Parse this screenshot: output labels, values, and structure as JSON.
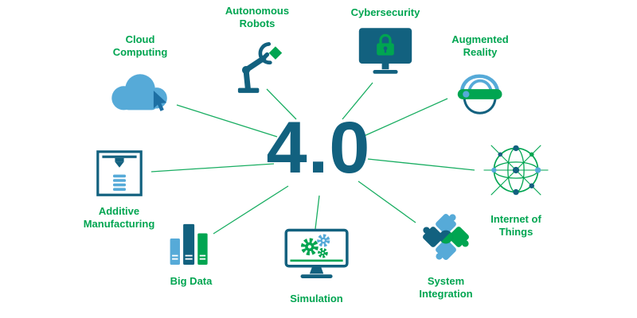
{
  "title": "4.0",
  "colors": {
    "dark_teal": "#12617f",
    "green": "#00a551",
    "light_blue": "#56aad8",
    "background": "#ffffff"
  },
  "nodes": [
    {
      "id": "cloud-computing",
      "label": "Cloud Computing"
    },
    {
      "id": "autonomous-robots",
      "label": "Autonomous Robots"
    },
    {
      "id": "cybersecurity",
      "label": "Cybersecurity"
    },
    {
      "id": "augmented-reality",
      "label": "Augmented Reality"
    },
    {
      "id": "internet-of-things",
      "label": "Internet of Things"
    },
    {
      "id": "system-integration",
      "label": "System Integration"
    },
    {
      "id": "simulation",
      "label": "Simulation"
    },
    {
      "id": "big-data",
      "label": "Big Data"
    },
    {
      "id": "additive-manufacturing",
      "label": "Additive Manufacturing"
    }
  ]
}
